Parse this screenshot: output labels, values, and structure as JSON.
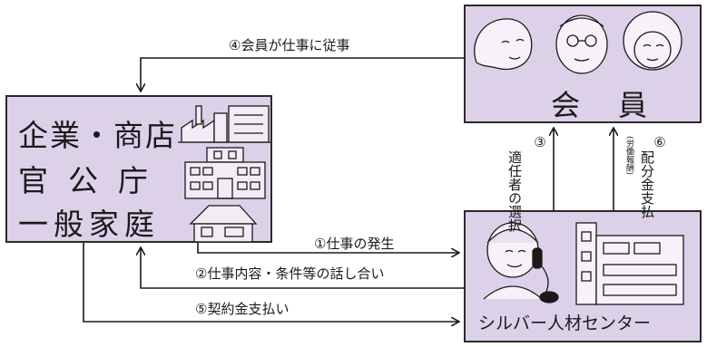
{
  "clients": {
    "line1": "企業・商店",
    "line2": "官公庁",
    "line3": "一般家庭"
  },
  "members": {
    "title": "会員"
  },
  "center": {
    "title": "シルバー人材センター"
  },
  "flows": {
    "engage": "④会員が仕事に従事",
    "occur": "①仕事の発生",
    "discuss": "②仕事内容・条件等の話し合い",
    "pay": "⑤契約金支払い",
    "select_num": "③",
    "select": "適任者の選択",
    "dist_num": "⑥",
    "dist": "配分金支払",
    "dist_note": "(労働報酬)"
  }
}
